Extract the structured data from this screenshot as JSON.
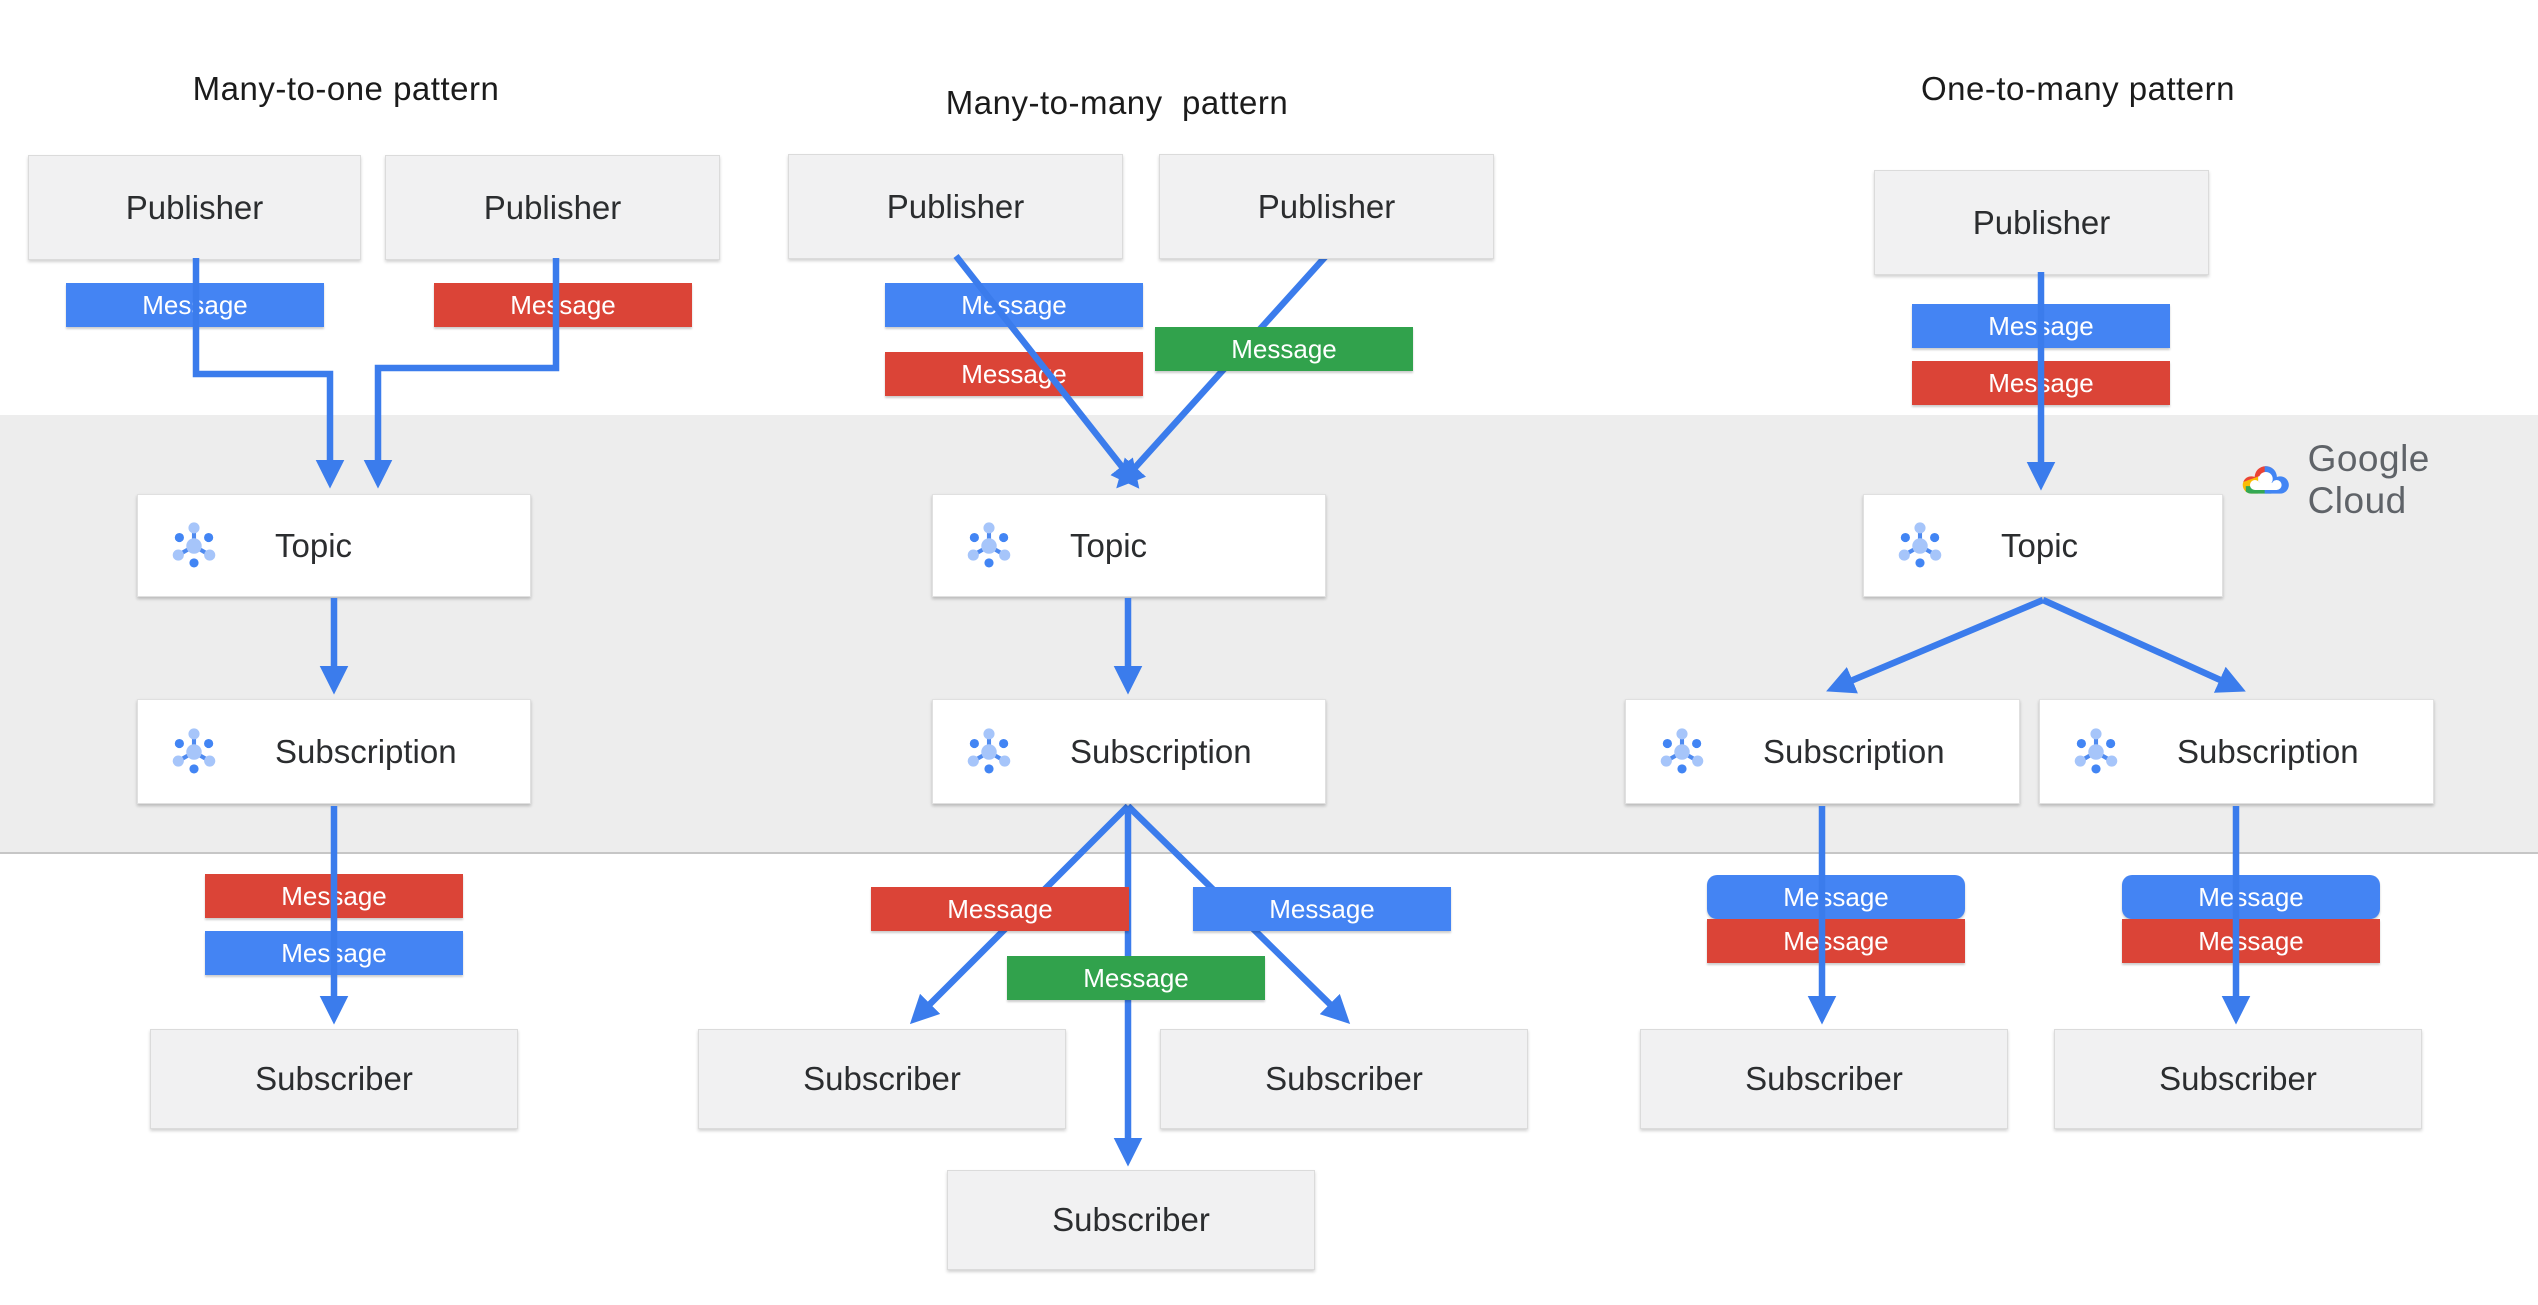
{
  "diagram": {
    "titles": {
      "left": "Many-to-one pattern",
      "middle": "Many-to-many  pattern",
      "right": "One-to-many pattern"
    },
    "labels": {
      "publisher": "Publisher",
      "topic": "Topic",
      "subscription": "Subscription",
      "subscriber": "Subscriber",
      "message": "Message"
    },
    "logo": {
      "text": "Google Cloud"
    },
    "icons": [
      "pubsub-topic-icon",
      "pubsub-subscription-icon",
      "google-cloud-logo"
    ],
    "colors": {
      "message_blue": "#4484f3",
      "message_red": "#db4437",
      "message_green": "#31a24c",
      "arrow_blue": "#3b7cec",
      "band_gray": "#ededed",
      "box_gray": "#f1f1f2",
      "logo_red": "#ea4335",
      "logo_yellow": "#fbbc05",
      "logo_green": "#34a853",
      "logo_blue": "#4285f4"
    }
  }
}
